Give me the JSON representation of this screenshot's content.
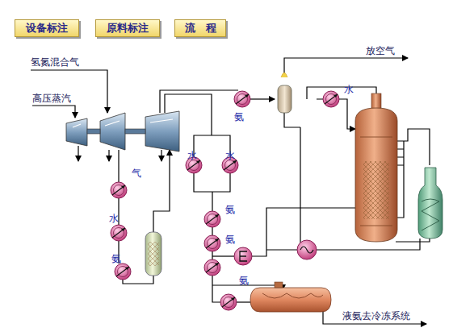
{
  "diagram": {
    "nodes": [
      {
        "text": [
          "设备标注"
        ]
      },
      {
        "text": [
          "原料标注"
        ]
      },
      {
        "text": [
          "流　程"
        ]
      }
    ],
    "labels": [
      "氢氮混合气",
      "高压蒸汽",
      "放空气",
      "氨",
      "水",
      "气",
      "水",
      "氨",
      "水",
      "水",
      "氨",
      "氨",
      "氨",
      "液氨去冷冻系统"
    ]
  }
}
